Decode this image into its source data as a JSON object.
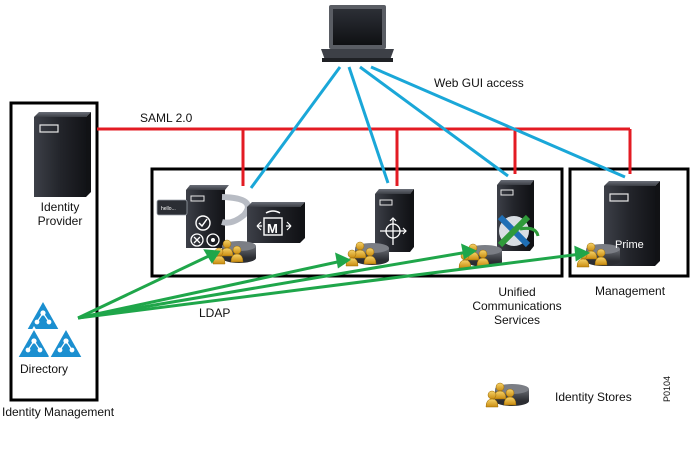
{
  "labels": {
    "web_gui": "Web GUI access",
    "saml": "SAML 2.0",
    "idp_line1": "Identity",
    "idp_line2": "Provider",
    "directory": "Directory",
    "identity_management": "Identity Management",
    "ldap": "LDAP",
    "ucs_line1": "Unified",
    "ucs_line2": "Communications",
    "ucs_line3": "Services",
    "management": "Management",
    "prime": "Prime",
    "identity_stores": "Identity Stores",
    "figure_code": "P0104",
    "bubble_text": "hello..."
  },
  "colors": {
    "saml_line": "#e31b23",
    "web_line": "#1aa7d8",
    "ldap_line": "#1fa64a",
    "server_dark": "#1d1f24",
    "server_mid": "#3a3d44",
    "directory_blue": "#1b8fd0",
    "user_gold": "#e8b321"
  },
  "icons": [
    "laptop-icon",
    "server-icon",
    "directory-icon",
    "identity-store-icon",
    "telepresence-icon",
    "router-icon",
    "expressway-icon"
  ]
}
